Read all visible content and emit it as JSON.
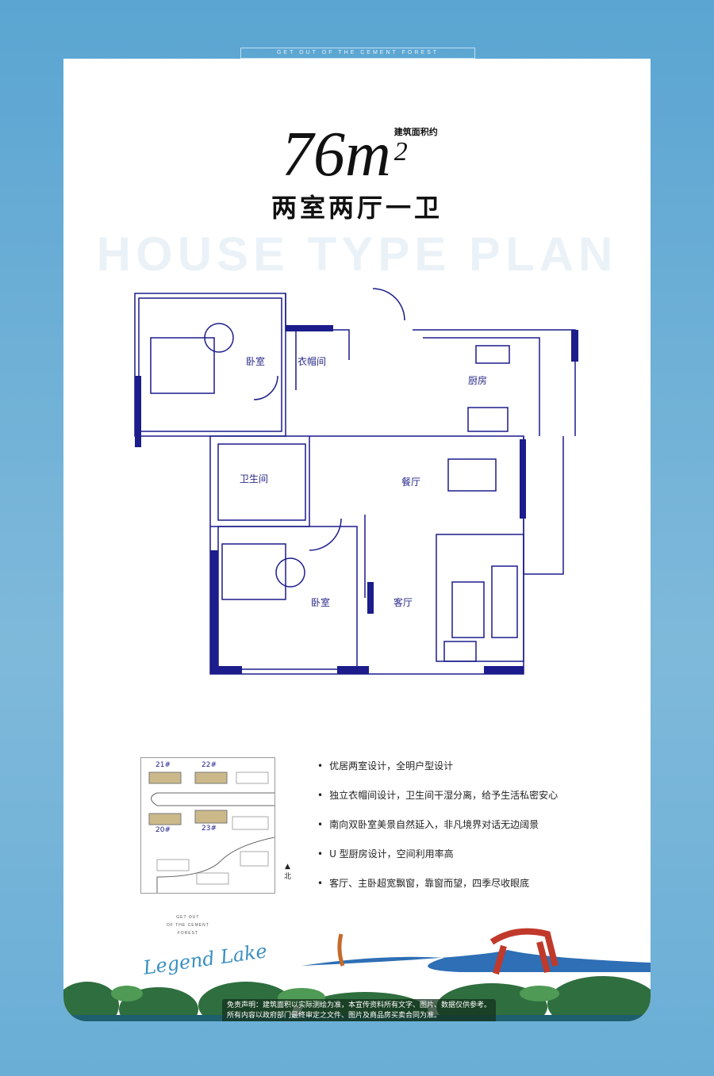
{
  "header": {
    "tagline": "GET OUT OF THE CEMENT FOREST",
    "watermark": "HOUSE TYPE PLAN"
  },
  "unit": {
    "area_value": "76m",
    "area_superscript": "2",
    "area_label": "建筑面积约",
    "layout": "两室两厅一卫"
  },
  "floor_plan": {
    "rooms": {
      "bedroom_1": "卧室",
      "cloakroom": "衣帽间",
      "kitchen": "厨房",
      "bathroom": "卫生间",
      "dining": "餐厅",
      "bedroom_2": "卧室",
      "living": "客厅"
    }
  },
  "site_plan": {
    "buildings": [
      "21#",
      "22#",
      "20#",
      "23#"
    ],
    "north_label": "北"
  },
  "features": [
    "优居两室设计，全明户型设计",
    "独立衣帽间设计，卫生间干湿分离，给予生活私密安心",
    "南向双卧室美景自然延入，非凡境界对话无边阔景",
    "U 型厨房设计，空间利用率高",
    "客厅、主卧超宽飘窗，靠窗而望，四季尽收眼底"
  ],
  "brand": {
    "small": [
      "GET OUT",
      "OF THE CEMENT",
      "FOREST"
    ],
    "script": "Legend Lake"
  },
  "disclaimer": [
    "免责声明：建筑面积以实际测绘为准，本宣传资料所有文字、图片、数据仅供参考。",
    "所有内容以政府部门最终审定之文件、图片及商品房买卖合同为准。"
  ],
  "colors": {
    "background": "#5aa5d2",
    "wall": "#1c1c8c"
  }
}
